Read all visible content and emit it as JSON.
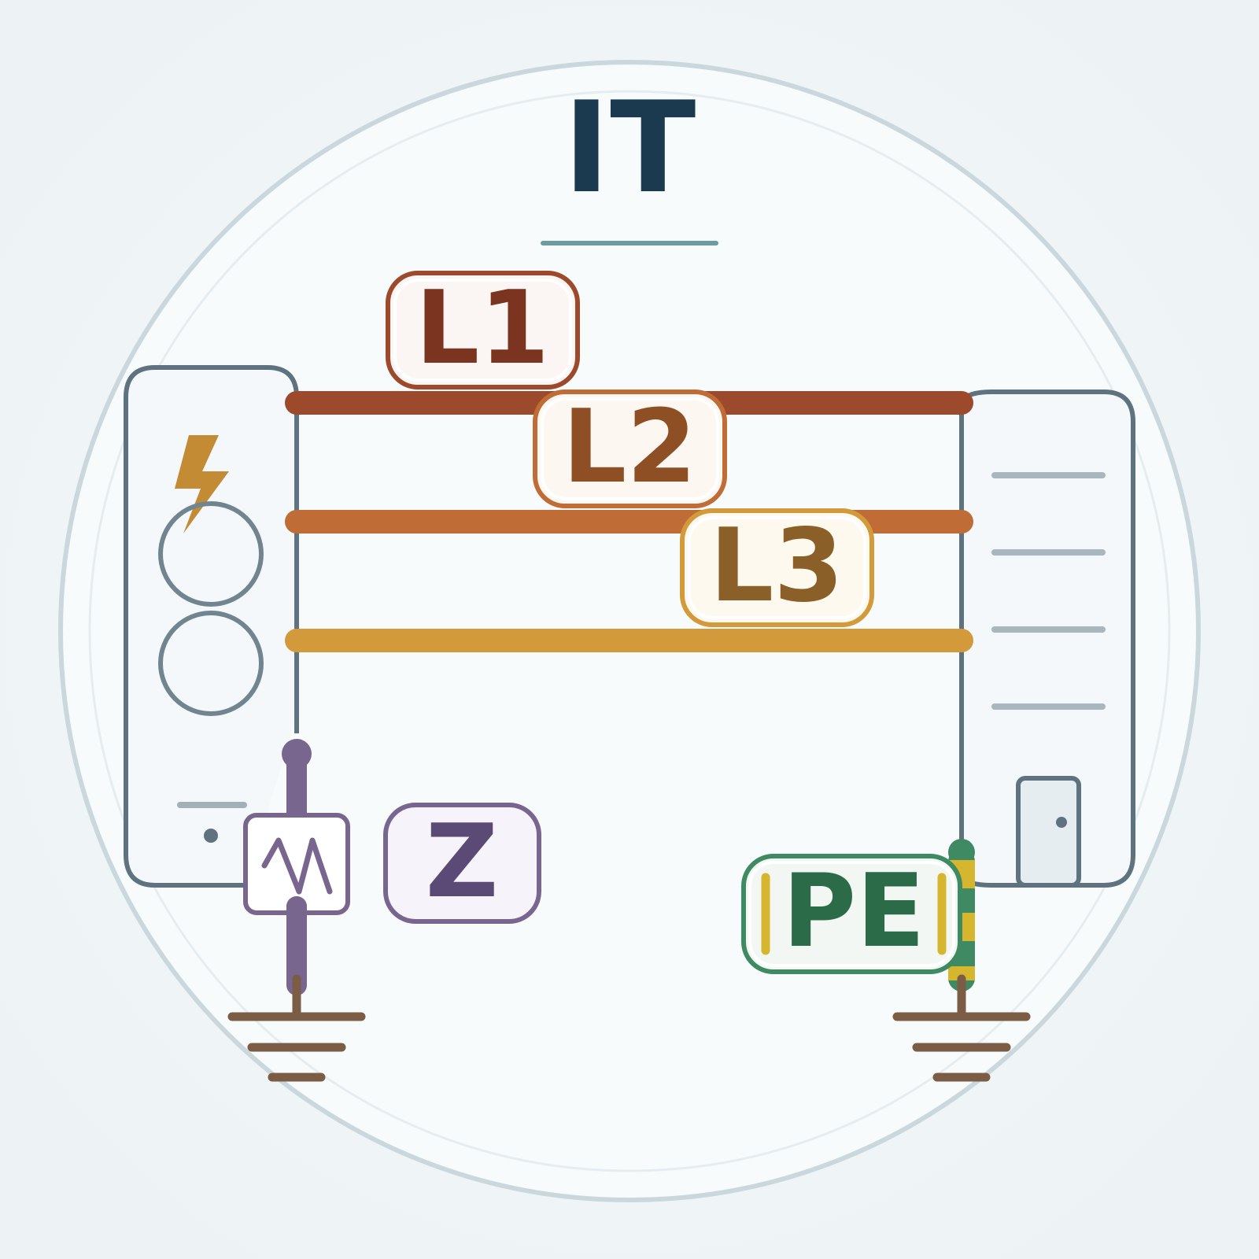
{
  "title": "IT",
  "labels": {
    "l1": "L1",
    "l2": "L2",
    "l3": "L3",
    "z": "Z",
    "pe": "PE"
  },
  "icons": {
    "source": "transformer-icon",
    "impedance": "impedance-resistor-icon",
    "consumer": "cabinet-icon",
    "earth": "ground-icon"
  },
  "colors": {
    "background": "#eff4f6",
    "title": "#1b3a50",
    "l1": "#9c4a2b",
    "l1_text": "#7a3420",
    "l2": "#bf6c36",
    "l2_text": "#8e4f25",
    "l3": "#d39a3c",
    "l3_text": "#8a6028",
    "impedance": "#79668f",
    "impedance_text": "#5b4a75",
    "pe_green": "#3f8a63",
    "pe_yellow": "#d6b52f",
    "pe_text": "#2c6b48",
    "outline": "#5f7280",
    "ground": "#7b5c45",
    "lightning": "#c38b34"
  }
}
